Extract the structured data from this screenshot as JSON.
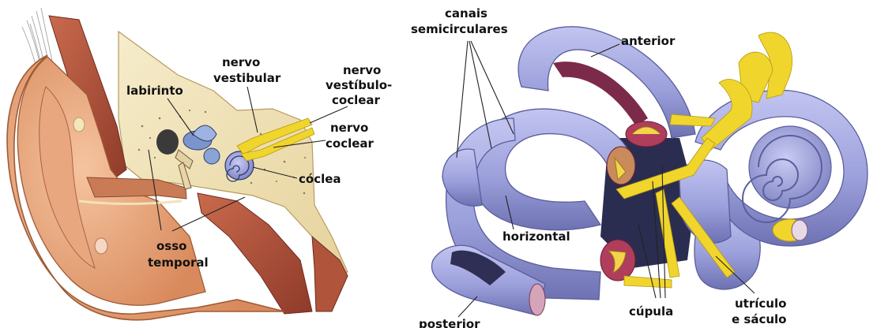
{
  "left_panel": {
    "labels": {
      "nervo_vestibular": [
        "nervo",
        "vestibular"
      ],
      "nervo_vestibulo_coclear": [
        "nervo",
        "vestíbulo-",
        "coclear"
      ],
      "labirinto": "labirinto",
      "nervo_coclear": [
        "nervo",
        "coclear"
      ],
      "coclea": "cóclea",
      "osso_temporal": [
        "osso",
        "temporal"
      ]
    }
  },
  "right_panel": {
    "labels": {
      "canais_semicirculares": [
        "canais",
        "semicirculares"
      ],
      "anterior": "anterior",
      "horizontal": "horizontal",
      "posterior": "posterior",
      "cupula": "cúpula",
      "utriculo_e_saculo": [
        "utrículo",
        "e sáculo"
      ]
    }
  },
  "colors": {
    "skin": "#e7a47a",
    "bone": "#f1e3b8",
    "muscle": "#b5533c",
    "canal": "#a3a7df",
    "canal_dark": "#6f73b4",
    "nerve": "#f0d52c",
    "cochlea": "#6d8fc8"
  }
}
